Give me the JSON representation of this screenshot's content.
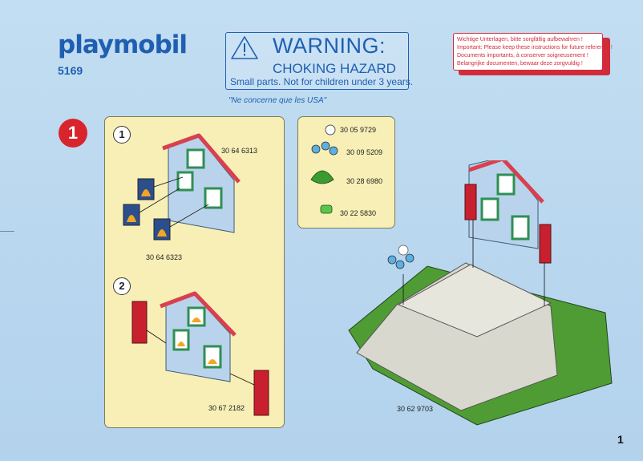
{
  "brand": {
    "logo": "playmobil",
    "model": "5169"
  },
  "warning": {
    "title": "WARNING:",
    "subtitle": "CHOKING HAZARD",
    "detail": "Small parts. Not for children under 3 years.",
    "usa_note": "\"Ne concerne que les USA\""
  },
  "keep_note": [
    "Wichtige Unterlagen, bitte sorgfältig aufbewahren !",
    "Important: Please keep these instructions for future reference !",
    "Documents importants, à conserver soigneusement !",
    "Belangrijke documenten, bewaar deze zorgvuldig !"
  ],
  "step": {
    "number": "1"
  },
  "substeps": {
    "one": "1",
    "two": "2"
  },
  "part_codes": {
    "wall": "30 64 6313",
    "fire_panel": "30 64 6323",
    "side_post": "30 67 2182",
    "flower_white": "30 05 9729",
    "flower_blue": "30 09 5209",
    "plant": "30 28 6980",
    "plant_base": "30 22 5830",
    "base_plate": "30 62 9703"
  },
  "page_number": "1",
  "colors": {
    "brand_blue": "#1f5fb2",
    "step_red": "#d9232d",
    "panel_bg": "#f7efb6"
  }
}
